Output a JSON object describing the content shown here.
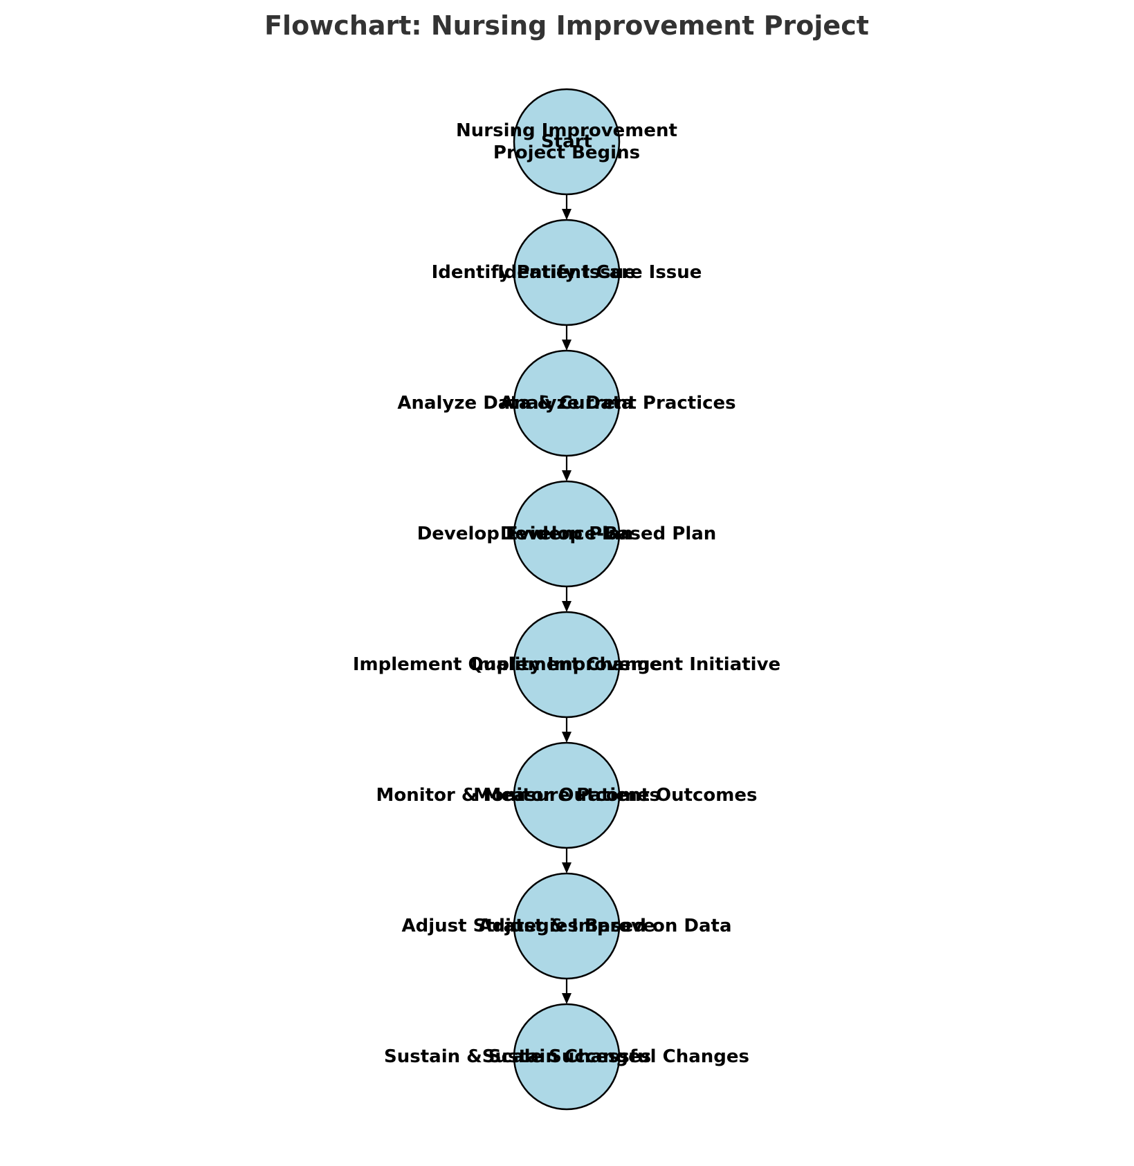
{
  "title": "Flowchart: Nursing Improvement Project",
  "colors": {
    "node_fill": "#add8e6",
    "node_stroke": "#000000",
    "title": "#333333",
    "label": "#000000"
  },
  "nodes": [
    {
      "id": "start",
      "label": "Start",
      "description": [
        "Nursing Improvement",
        "Project Begins"
      ]
    },
    {
      "id": "identify_issue",
      "label": "Identify Issue",
      "description": [
        "Identify Patient Care Issue"
      ]
    },
    {
      "id": "analyze_data",
      "label": "Analyze Data",
      "description": [
        "Analyze Data & Current Practices"
      ]
    },
    {
      "id": "develop_plan",
      "label": "Develop Plan",
      "description": [
        "Develop Evidence-Based Plan"
      ]
    },
    {
      "id": "implement_change",
      "label": "Implement Change",
      "description": [
        "Implement Quality Improvement Initiative"
      ]
    },
    {
      "id": "monitor_outcomes",
      "label": "Monitor Outcomes",
      "description": [
        "Monitor & Measure Patient Outcomes"
      ]
    },
    {
      "id": "adjust_improve",
      "label": "Adjust & Improve",
      "description": [
        "Adjust Strategies Based on Data"
      ]
    },
    {
      "id": "sustain_changes",
      "label": "Sustain Changes",
      "description": [
        "Sustain & Scale Successful Changes"
      ]
    }
  ],
  "edges": [
    {
      "from": "start",
      "to": "identify_issue"
    },
    {
      "from": "identify_issue",
      "to": "analyze_data"
    },
    {
      "from": "analyze_data",
      "to": "develop_plan"
    },
    {
      "from": "develop_plan",
      "to": "implement_change"
    },
    {
      "from": "implement_change",
      "to": "monitor_outcomes"
    },
    {
      "from": "monitor_outcomes",
      "to": "adjust_improve"
    },
    {
      "from": "adjust_improve",
      "to": "sustain_changes"
    }
  ]
}
